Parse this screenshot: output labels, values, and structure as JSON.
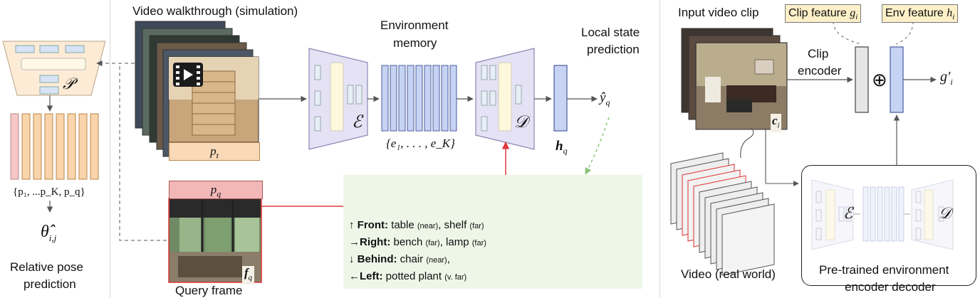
{
  "left_panel": {
    "pose_head_symbol": "𝒫",
    "set_label": "{p₁, ...p_K, p_q}",
    "theta_label": "θ̂",
    "theta_sub": "i,j",
    "caption_line1": "Relative pose",
    "caption_line2": "prediction"
  },
  "middle_panel": {
    "video_label": "Video walkthrough (simulation)",
    "pt_label": "p",
    "pt_sub": "t",
    "pq_label": "p",
    "pq_sub": "q",
    "fq_label": "f",
    "fq_sub": "q",
    "query_caption": "Query frame",
    "encoder_symbol": "ℰ",
    "decoder_symbol": "𝒟",
    "memory_label_line1": "Environment",
    "memory_label_line2": "memory",
    "memory_set": "{e₁, . . . , e_K}",
    "hq_label": "h",
    "hq_sub": "q",
    "yq_label": "ŷ",
    "yq_sub": "q",
    "local_state_line1": "Local state",
    "local_state_line2": "prediction",
    "legend": [
      {
        "arrow": "↑",
        "dir": "Front:",
        "text1": " table ",
        "tag1": "(near)",
        "text2": ", shelf ",
        "tag2": "(far)"
      },
      {
        "arrow": "→",
        "dir": "Right:",
        "text1": " bench ",
        "tag1": "(far)",
        "text2": ", lamp ",
        "tag2": "(far)"
      },
      {
        "arrow": "↓",
        "dir": "Behind:",
        "text1": " chair ",
        "tag1": "(near)",
        "text2": ",",
        "tag2": ""
      },
      {
        "arrow": "←",
        "dir": "Left:",
        "text1": " potted plant ",
        "tag1": "(v. far)",
        "text2": "",
        "tag2": ""
      }
    ]
  },
  "right_panel": {
    "input_clip_label": "Input video clip",
    "clip_feature_label": "Clip feature ",
    "clip_feature_sym": "g",
    "clip_feature_sub": "i",
    "env_feature_label": "Env feature ",
    "env_feature_sym": "h",
    "env_feature_sub": "i",
    "clip_encoder_line1": "Clip",
    "clip_encoder_line2": "encoder",
    "ci_label": "c",
    "ci_sub": "i",
    "oplus": "⊕",
    "gprime_label": "g′",
    "gprime_sub": "i",
    "video_real_label": "Video (real world)",
    "pretrained_line1": "Pre-trained environment",
    "pretrained_line2": "encoder decoder",
    "encoder_symbol": "ℰ",
    "decoder_symbol": "𝒟"
  },
  "colors": {
    "encoder_fill": "#e4e2f4",
    "memory_fill": "#c7d3f3",
    "memory_stroke": "#4a5b9b",
    "pose_bar_fill": "#fad4aa",
    "pose_bar_first": "#f5c6c6",
    "red_line": "#e03a3a",
    "legend_bg": "#eef6e8",
    "feature_tag_bg": "#fdf0c8"
  }
}
